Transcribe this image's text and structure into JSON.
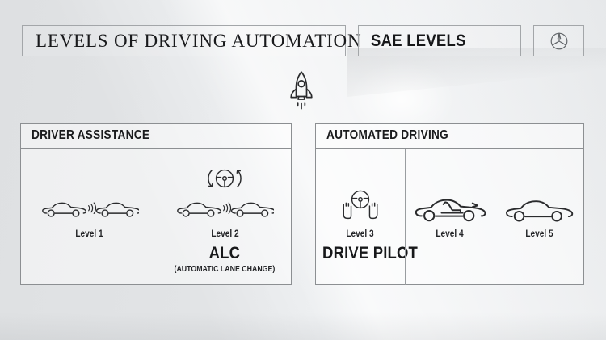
{
  "header": {
    "title": "LEVELS OF DRIVING AUTOMATION",
    "tag": "SAE LEVELS"
  },
  "panels": {
    "driver_assistance": {
      "title": "DRIVER ASSISTANCE",
      "level1": {
        "label": "Level 1",
        "icon": "two-cars-distance-radar-icon"
      },
      "level2": {
        "label": "Level 2",
        "icon": "auto-steering-wheel-icon two-cars-distance-radar-icon",
        "feature": "ALC",
        "feature_sub": "(AUTOMATIC LANE CHANGE)"
      }
    },
    "automated_driving": {
      "title": "AUTOMATED DRIVING",
      "level3": {
        "label": "Level 3",
        "icon": "hands-off-steering-wheel-icon",
        "feature": "DRIVE PILOT"
      },
      "level4": {
        "label": "Level 4",
        "icon": "car-with-reclined-seat-icon"
      },
      "level5": {
        "label": "Level 5",
        "icon": "car-side-icon"
      }
    }
  },
  "decor": {
    "logo_icon": "mercedes-star-icon",
    "rocket_icon": "rocket-icon"
  },
  "colors": {
    "background": "#eaecee",
    "box_border": "#a3a6a9",
    "panel_border": "#8c8f92",
    "text": "#1b1c1e",
    "icon_stroke": "#2a2b2d"
  }
}
